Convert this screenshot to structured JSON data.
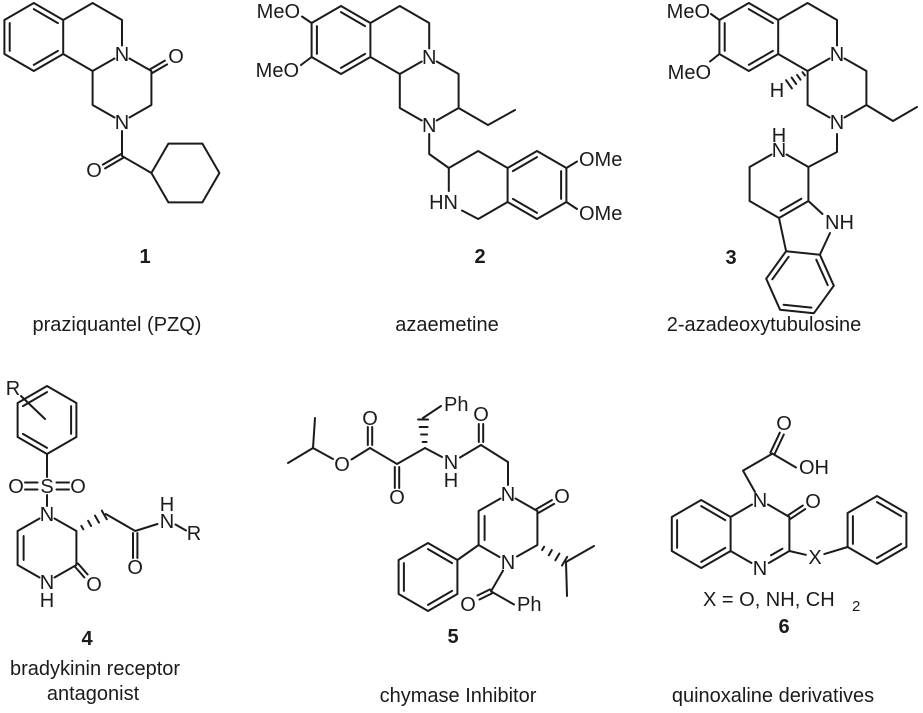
{
  "figure": {
    "background": "#ffffff",
    "line_color": "#1b1b1b"
  },
  "molecules": {
    "m1": {
      "number": "1",
      "caption": "praziquantel (PZQ)",
      "atoms": {
        "n1": "N",
        "o1": "O",
        "n2": "N",
        "o2": "O"
      }
    },
    "m2": {
      "number": "2",
      "caption": "azaemetine",
      "atoms": {
        "meo1": "MeO",
        "meo2": "MeO",
        "n1": "N",
        "n2": "N",
        "hn": "HN",
        "ome1": "OMe",
        "ome2": "OMe"
      }
    },
    "m3": {
      "number": "3",
      "caption": "2-azadeoxytubulosine",
      "atoms": {
        "meo1": "MeO",
        "meo2": "MeO",
        "n1": "N",
        "h_stereo": "H",
        "n2": "N",
        "h_ring": "H",
        "n_ring": "N",
        "nh_indole": "NH"
      }
    },
    "m4": {
      "number": "4",
      "caption_line1": "bradykinin receptor",
      "caption_line2": "antagonist",
      "atoms": {
        "r_aryl": "R",
        "o_sulfonyl_left": "O",
        "s": "S",
        "o_sulfonyl_right": "O",
        "n1": "N",
        "n4": "N",
        "h_n4": "H",
        "o_ring": "O",
        "o_amide": "O",
        "h_amide": "H",
        "n_amide": "N",
        "r_amide": "R"
      }
    },
    "m5": {
      "number": "5",
      "caption": "chymase Inhibitor",
      "atoms": {
        "o_ester": "O",
        "o_ester_carbonyl": "O",
        "o_keto": "O",
        "ph_benzyl": "Ph",
        "n_amide": "N",
        "h_amide": "H",
        "o_amide": "O",
        "o_lactam": "O",
        "n1": "N",
        "n4": "N",
        "o_benzoyl": "O",
        "ph_benzoyl": "Ph"
      }
    },
    "m6": {
      "number": "6",
      "caption": "quinoxaline derivatives",
      "x_note_main": "X = O, NH, CH",
      "x_note_sub": "2",
      "atoms": {
        "o_acid": "O",
        "oh": "OH",
        "n1": "N",
        "o_lactam": "O",
        "n4": "N",
        "x": "X"
      }
    }
  }
}
